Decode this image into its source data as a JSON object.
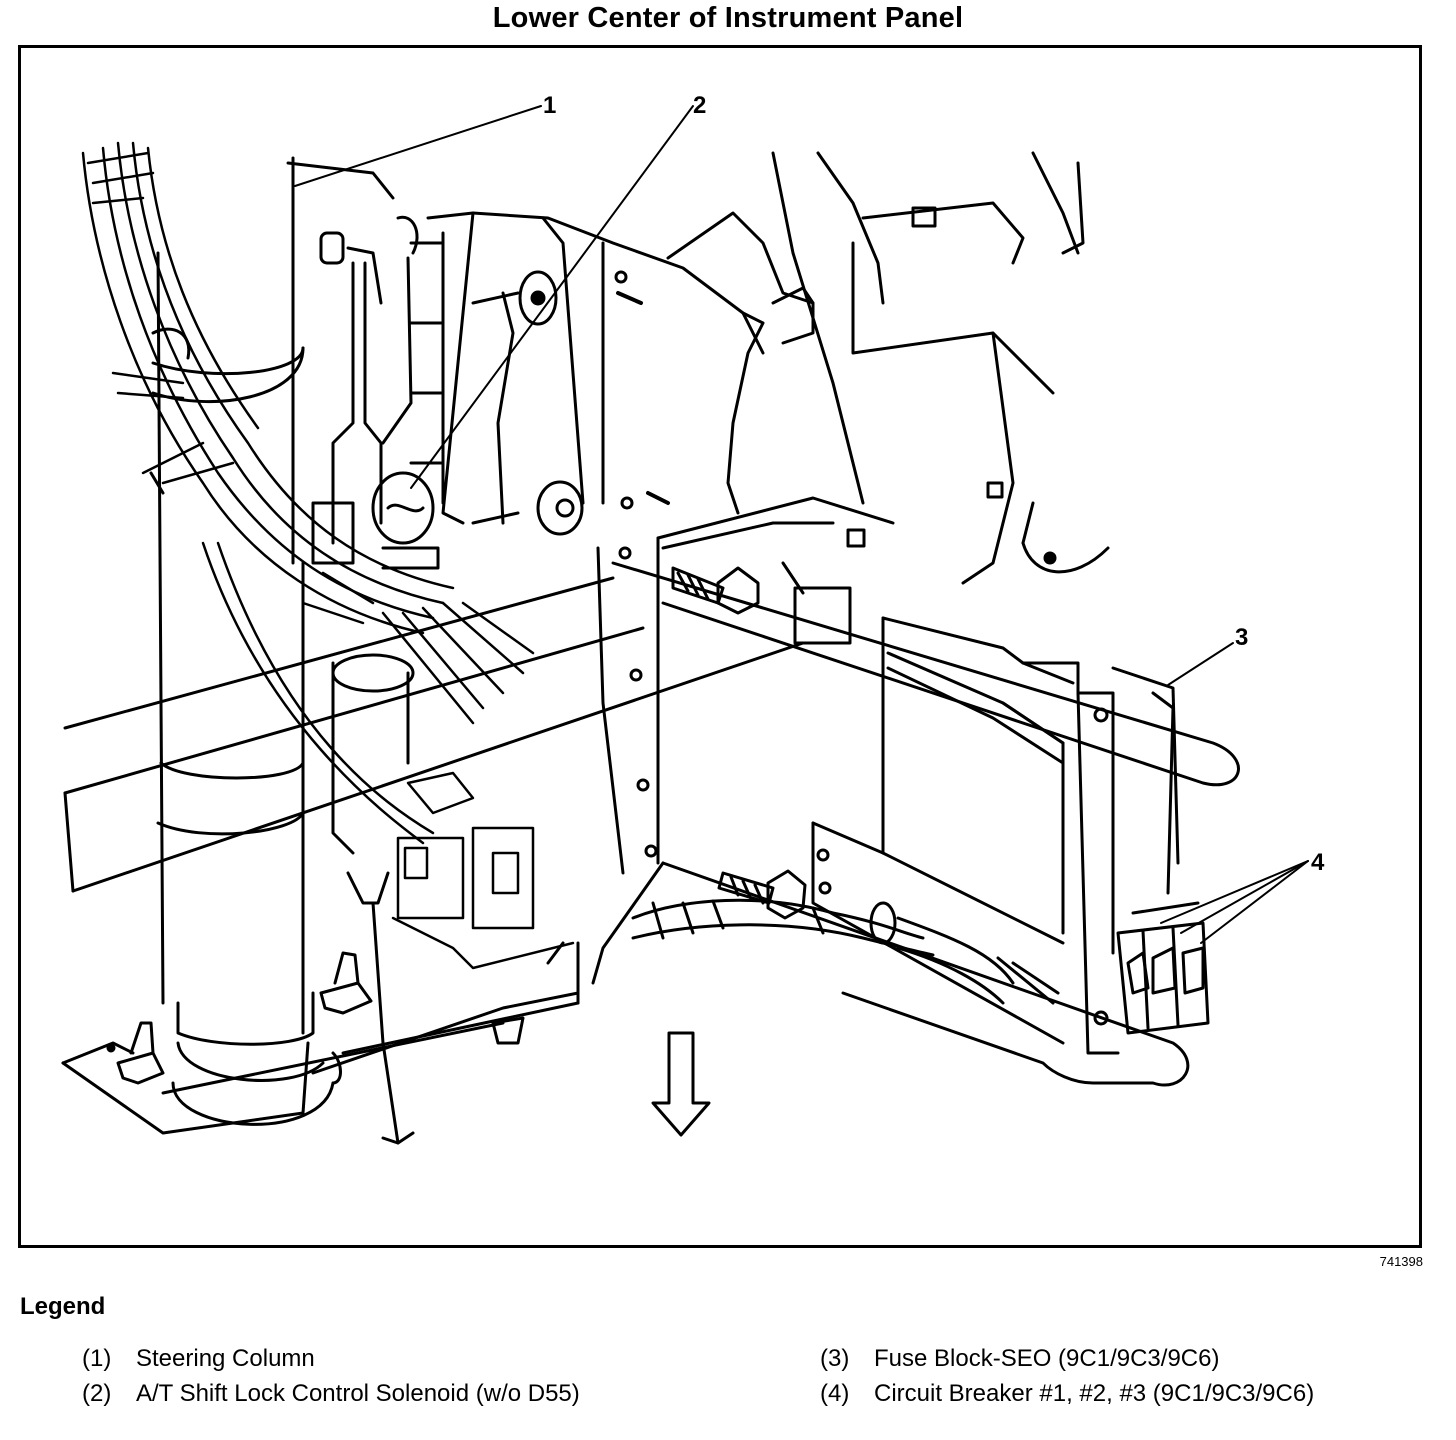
{
  "title": "Lower Center of Instrument Panel",
  "figure_id": "741398",
  "callouts": [
    "1",
    "2",
    "3",
    "4"
  ],
  "legend": {
    "title": "Legend",
    "items": [
      {
        "num": "(1)",
        "label": "Steering Column"
      },
      {
        "num": "(2)",
        "label": "A/T Shift Lock Control Solenoid (w/o D55)"
      },
      {
        "num": "(3)",
        "label": "Fuse Block-SEO (9C1/9C3/9C6)"
      },
      {
        "num": "(4)",
        "label": "Circuit Breaker #1, #2, #3 (9C1/9C3/9C6)"
      }
    ]
  }
}
